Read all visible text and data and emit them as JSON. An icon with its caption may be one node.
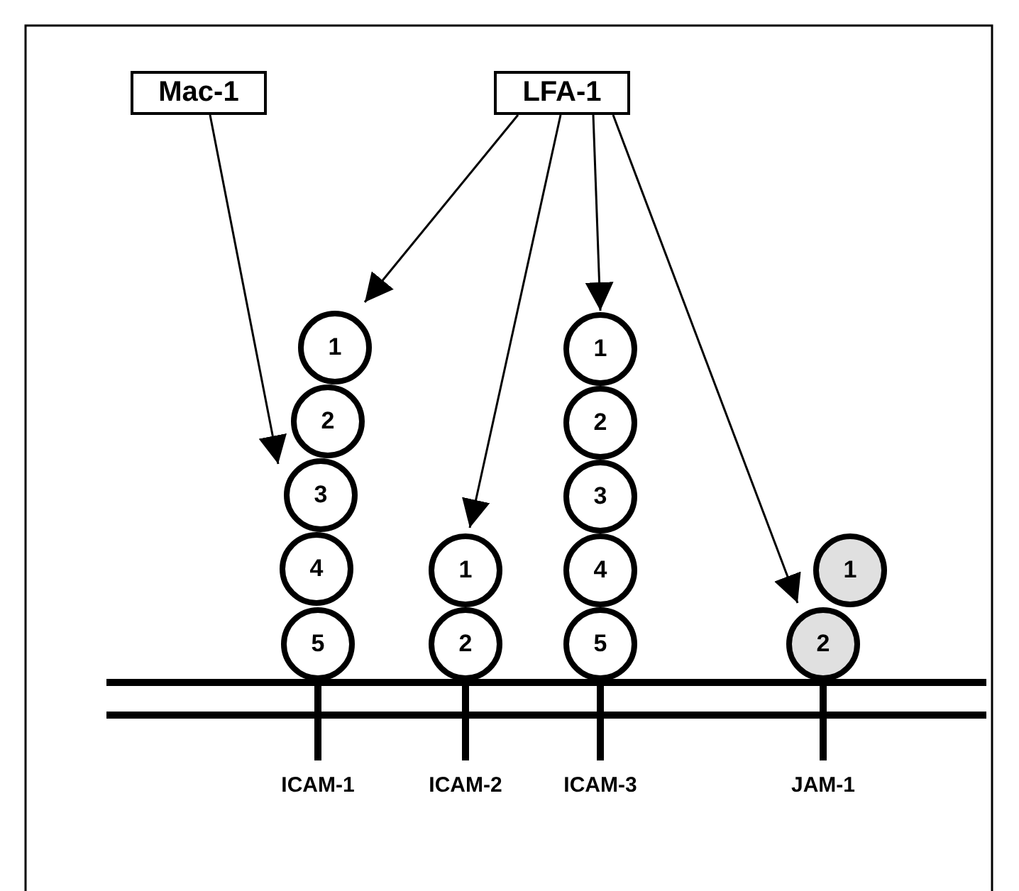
{
  "diagram": {
    "nodes": [
      {
        "text": [
          "Mac-1"
        ]
      },
      {
        "text": [
          "LFA-1"
        ]
      },
      {
        "text": [
          "1"
        ]
      },
      {
        "text": [
          "2"
        ]
      },
      {
        "text": [
          "3"
        ]
      },
      {
        "text": [
          "4"
        ]
      },
      {
        "text": [
          "5"
        ]
      },
      {
        "text": [
          "1"
        ]
      },
      {
        "text": [
          "2"
        ]
      },
      {
        "text": [
          "1"
        ]
      },
      {
        "text": [
          "2"
        ]
      },
      {
        "text": [
          "3"
        ]
      },
      {
        "text": [
          "4"
        ]
      },
      {
        "text": [
          "5"
        ]
      },
      {
        "text": [
          "1"
        ]
      },
      {
        "text": [
          "2"
        ]
      }
    ],
    "edges": [
      {
        "from": 0,
        "to": 4,
        "arrow": "to"
      },
      {
        "from": 1,
        "to": 2,
        "arrow": "to"
      },
      {
        "from": 1,
        "to": 7,
        "arrow": "to"
      },
      {
        "from": 1,
        "to": 9,
        "arrow": "to"
      },
      {
        "from": 1,
        "to": 15,
        "arrow": "to"
      }
    ],
    "labels": [
      "ICAM-1",
      "ICAM-2",
      "ICAM-3",
      "JAM-1"
    ]
  }
}
